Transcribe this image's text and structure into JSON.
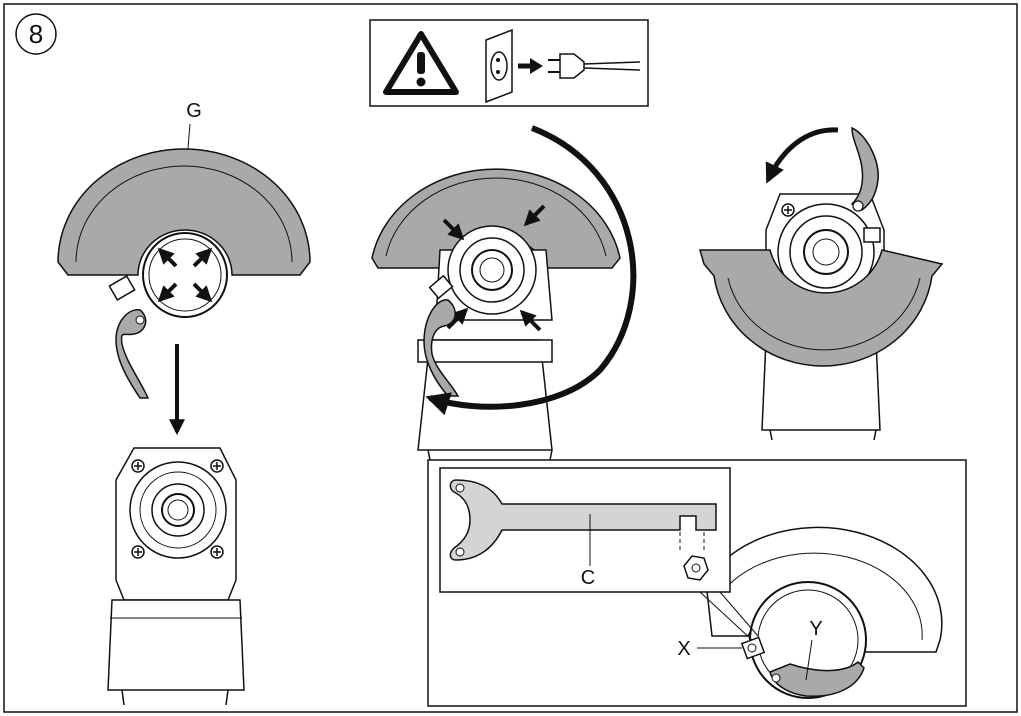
{
  "step_number": "8",
  "labels": {
    "guard": "G",
    "wrench": "C",
    "screw": "X",
    "lever": "Y"
  },
  "icons": {
    "warning": "warning-triangle-icon",
    "plug": "unplug-from-socket-icon"
  },
  "colors": {
    "line": "#111111",
    "guard_fill": "#a9a9a9",
    "light_fill": "#d4d4d4",
    "background": "#ffffff"
  }
}
